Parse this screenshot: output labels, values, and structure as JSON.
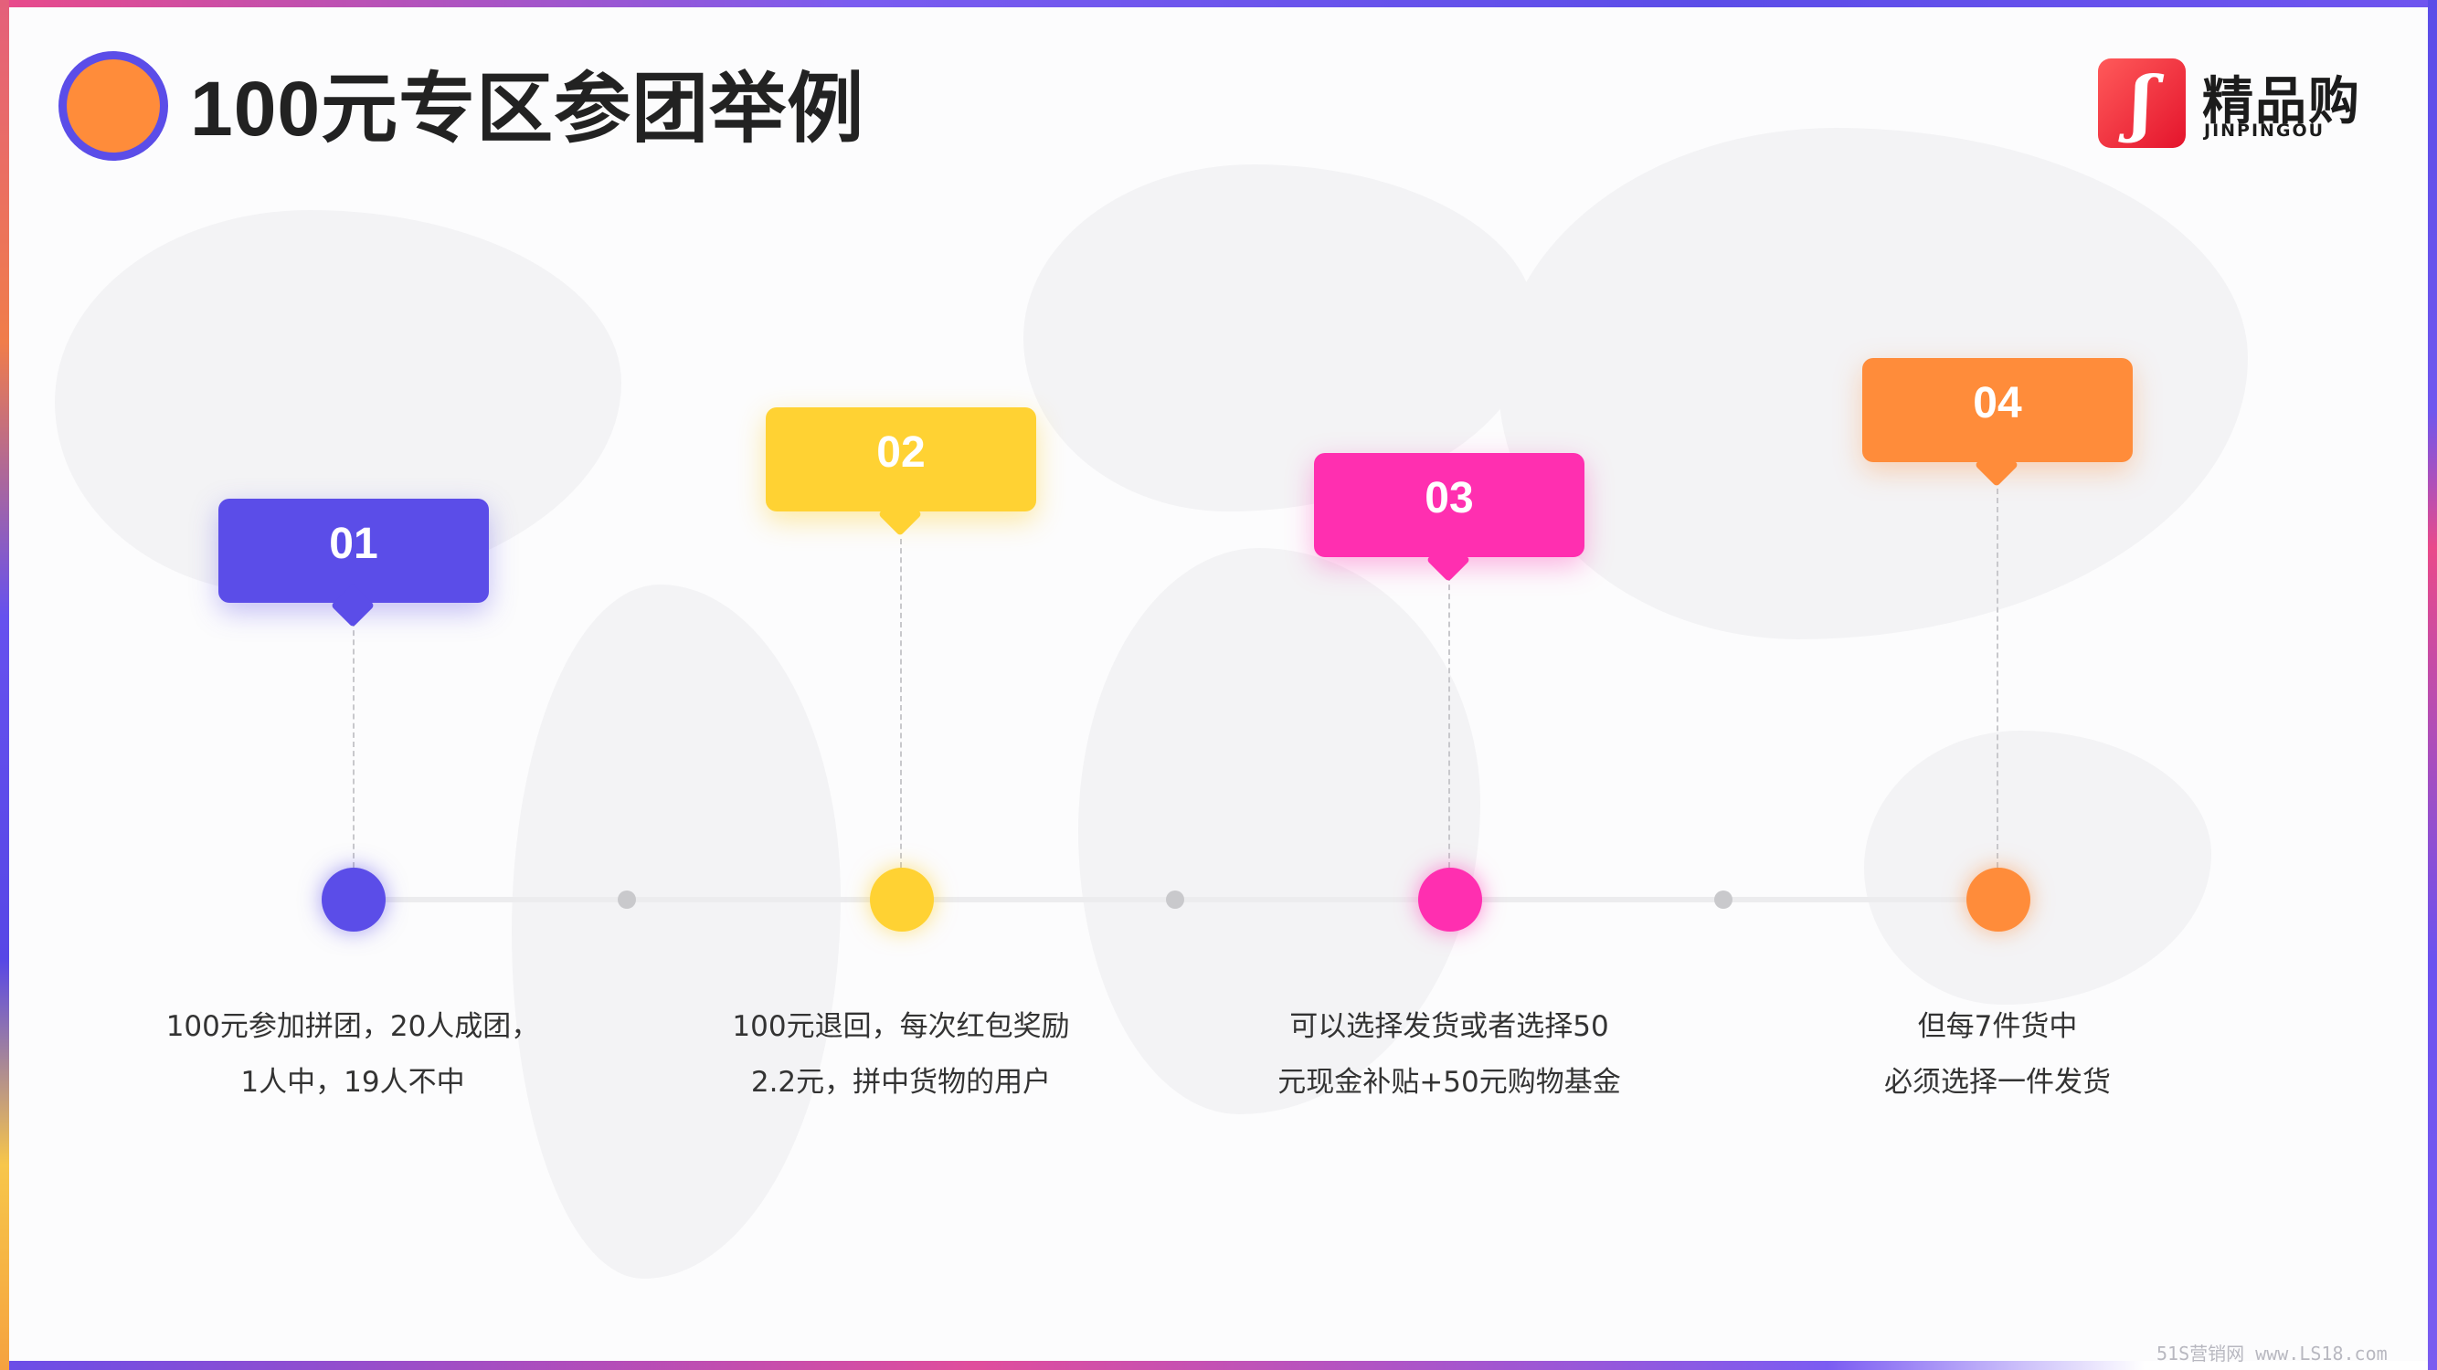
{
  "title": "100元专区参团举例",
  "logo": {
    "name": "精品购",
    "subtitle": "JINPINGOU"
  },
  "colors": {
    "purple": "#5b4de8",
    "yellow": "#ffd233",
    "pink": "#ff2fb0",
    "orange": "#ff8c3a"
  },
  "steps": [
    {
      "number": "01",
      "color": "#5b4de8",
      "lines": [
        "100元参加拼团，20人成团，",
        "1人中，19人不中"
      ]
    },
    {
      "number": "02",
      "color": "#ffd233",
      "lines": [
        "100元退回，每次红包奖励",
        "2.2元，拼中货物的用户"
      ]
    },
    {
      "number": "03",
      "color": "#ff2fb0",
      "lines": [
        "可以选择发货或者选择50",
        "元现金补贴+50元购物基金"
      ]
    },
    {
      "number": "04",
      "color": "#ff8c3a",
      "lines": [
        "但每7件货中",
        "必须选择一件发货"
      ]
    }
  ],
  "watermark": "51S营销网 www.LS18.com"
}
